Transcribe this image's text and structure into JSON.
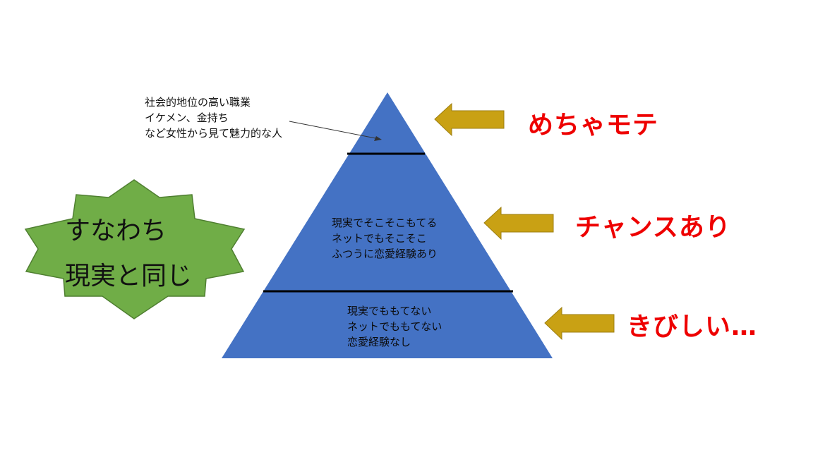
{
  "note": {
    "lines": [
      "社会的地位の高い職業",
      "イケメン、金持ち",
      "など女性から見て魅力的な人"
    ]
  },
  "pyramid": {
    "fill": "#4472c4",
    "divider": "#000000",
    "middle_lines": [
      "現実でそこそこもてる",
      "ネットでもそこそこ",
      "ふつうに恋愛経験あり"
    ],
    "bottom_lines": [
      "現実でももてない",
      "ネットでももてない",
      "恋愛経験なし"
    ]
  },
  "labels": {
    "top": "めちゃモテ",
    "middle": "チャンスあり",
    "bottom": "きびしい…",
    "color": "#ee0000"
  },
  "arrows": {
    "color": "#c9a114",
    "icon": "arrow-left-icon"
  },
  "badge": {
    "lines": [
      "すなわち",
      "現実と同じ"
    ],
    "fill": "#70ad47",
    "icon": "starburst-badge"
  }
}
